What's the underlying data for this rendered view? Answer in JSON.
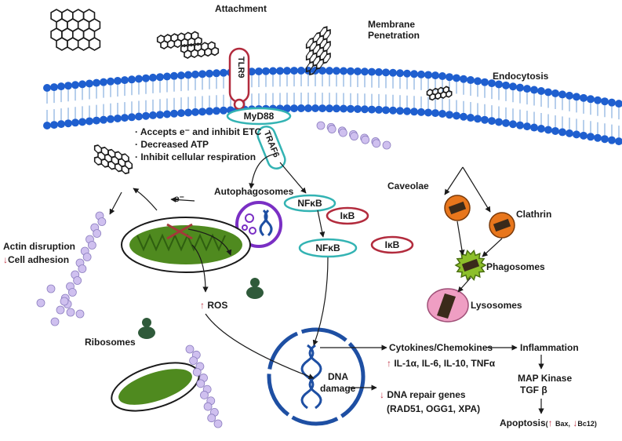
{
  "labels": {
    "attachment": "Attachment",
    "membrane_penetration_1": "Membrane",
    "membrane_penetration_2": "Penetration",
    "endocytosis": "Endocytosis",
    "tlr9": "TLR9",
    "myd88": "MyD88",
    "traf6": "TRAF6",
    "etc_1": "· Accepts e⁻ and inhibit ETC",
    "etc_2": "· Decreased ATP",
    "etc_3": "· Inhibit cellular respiration",
    "electron": "e⁻",
    "autophagosomes": "Autophagosomes",
    "nfkb_1": "NFκB",
    "ikb_1": "IκB",
    "ikb_2": "IκB",
    "nfkb_2": "NFκB",
    "caveolae": "Caveolae",
    "clathrin": "Clathrin",
    "phagosomes": "Phagosomes",
    "lysosomes": "Lysosomes",
    "actin_1": "Actin disruption",
    "actin_2": "Cell adhesion",
    "ros": "ROS",
    "ribosomes": "Ribosomes",
    "dna_1": "DNA",
    "dna_2": "damage",
    "cytokines": "Cytokines/Chemokines",
    "inflammation": "Inflammation",
    "interleukins": "IL-1α, IL-6, IL-10, TNFα",
    "repair_1": "DNA repair genes",
    "repair_2": "(RAD51, OGG1, XPA)",
    "map_kinase": "MAP Kinase",
    "tgf": "TGF β",
    "apoptosis": "Apoptosis",
    "bax": "Bax,",
    "bcl2": "Bc12)"
  },
  "symbols": {
    "up": "↑",
    "down": "↓",
    "open_paren": "(",
    "close_arrow": ""
  },
  "colors": {
    "membrane": "#1f5fcf",
    "tail": "#6f9fd8",
    "receptor": "#b22b3d",
    "adaptor": "#33b3b3",
    "mito": "#4f8a1f",
    "vesicle_orange": "#e8761c",
    "phagosome_green": "#8cbf2a",
    "lysosome_pink": "#ef9ec3",
    "actin": "#cfc0ef",
    "autophagosome": "#7a2fc4",
    "nucleus": "#1e4fa3",
    "arrow_red": "#c0394b"
  }
}
